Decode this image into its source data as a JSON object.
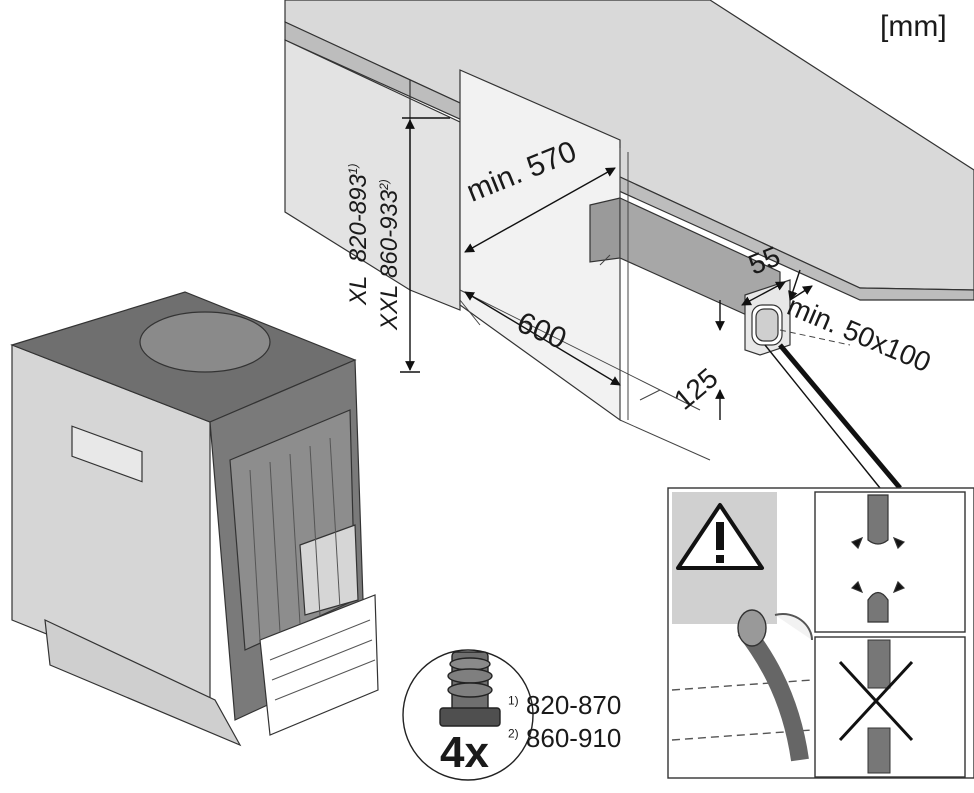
{
  "unit_label": "[mm]",
  "dimensions": {
    "min_depth": "min. 570",
    "width": "600",
    "gap_width": "55",
    "gap_height": "125",
    "opening": "min. 50x100"
  },
  "heights": {
    "xl_label": "XL",
    "xl_range": "820-893",
    "xl_note": "1)",
    "xxl_label": "XXL",
    "xxl_range": "860-933",
    "xxl_note": "2)"
  },
  "feet": {
    "count": "4x",
    "note1": "1)",
    "range1": "820-870",
    "note2": "2)",
    "range2": "860-910"
  },
  "icons": [
    "warning-icon",
    "hose-pinch-icon",
    "hose-kink-forbidden-icon",
    "dishwasher-illustration",
    "adjustable-foot-icon"
  ]
}
